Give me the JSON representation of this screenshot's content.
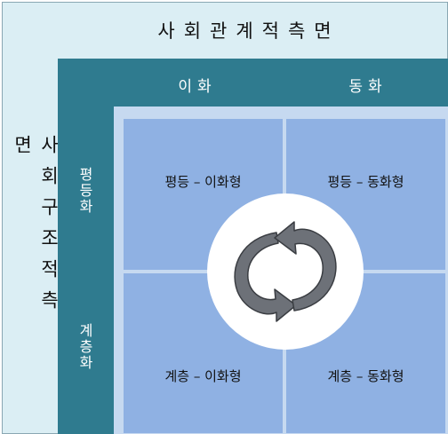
{
  "diagram": {
    "title": "사회관계적측면",
    "side_label": "사회구조적측면",
    "columns": [
      "이화",
      "동화"
    ],
    "rows": [
      "평등화",
      "계층화"
    ],
    "cells": {
      "top_left": "평등 – 이화형",
      "top_right": "평등 – 동화형",
      "bottom_left": "계층 – 이화형",
      "bottom_right": "계층 – 동화형"
    },
    "center_icon": "cycle-arrows-icon",
    "colors": {
      "outer_background": "#dbeef4",
      "teal_frame": "#2f7b8f",
      "inner_frame": "#c6d9f0",
      "cell_fill": "#8fb1e3",
      "arrow_fill": "#6d7178"
    }
  }
}
